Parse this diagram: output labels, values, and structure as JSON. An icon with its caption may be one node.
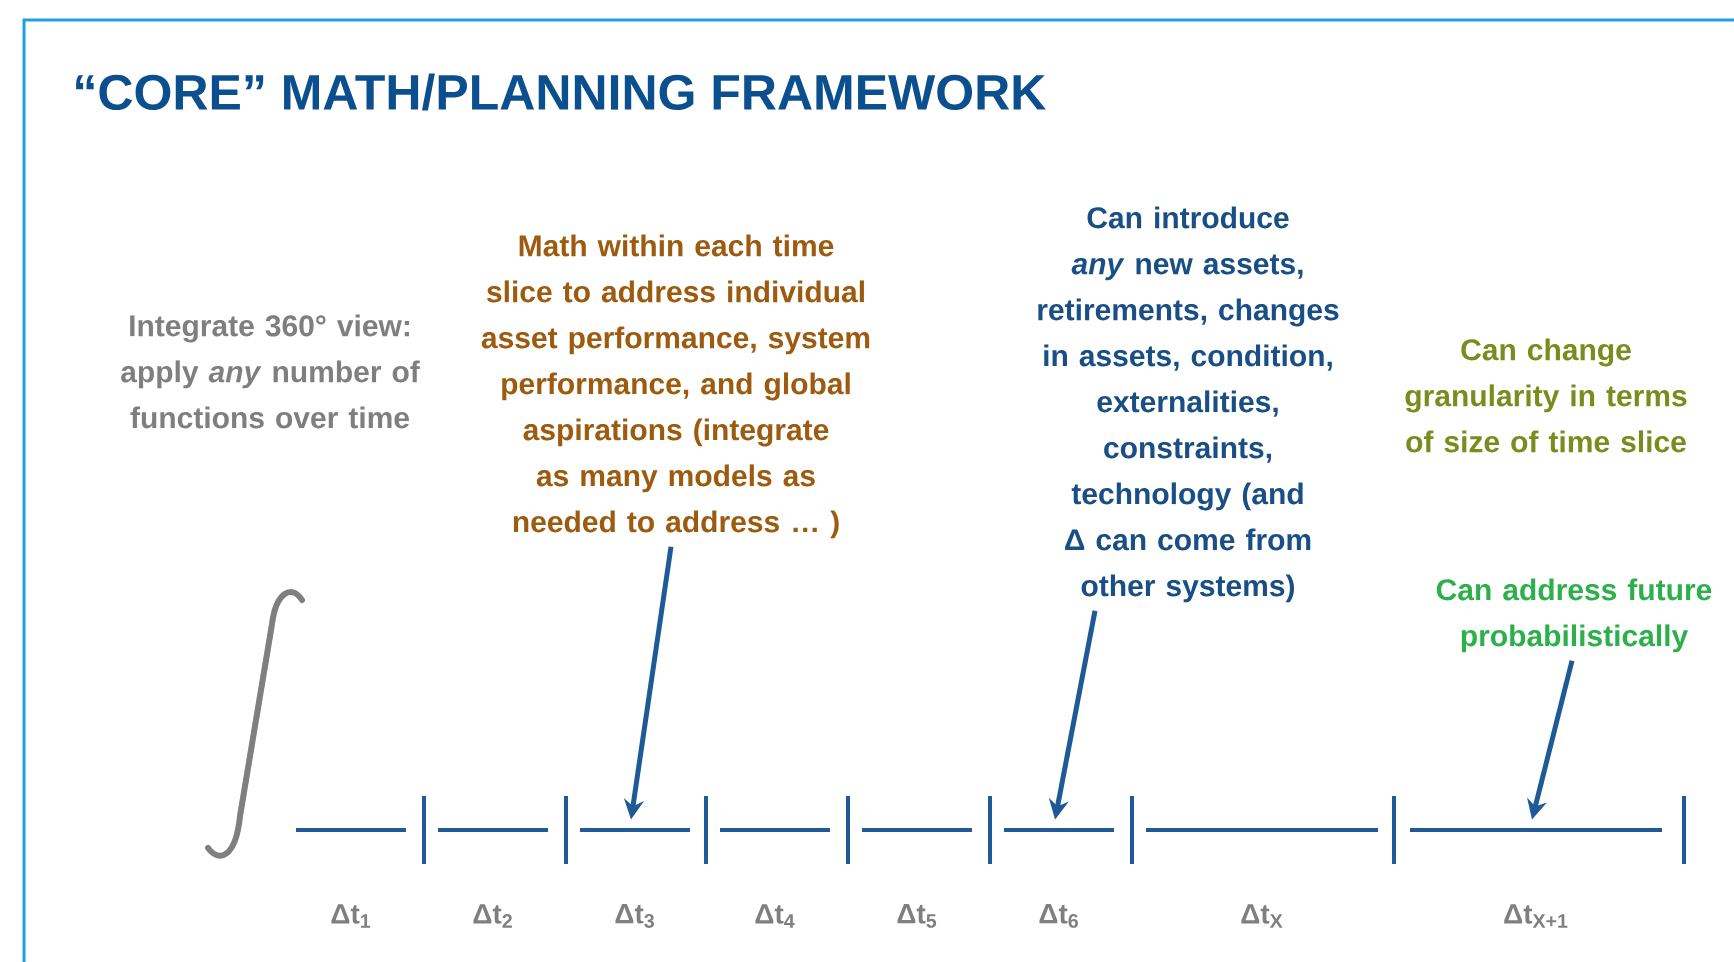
{
  "diagram": {
    "title": "“CORE” MATH/PLANNING FRAMEWORK",
    "nodes": [
      {
        "text": [
          "Math within each time slice to address individual asset performance, system performance, and global aspirations (integrate as many models as needed to address … )"
        ]
      },
      {
        "text": [
          "Can introduce *any* new assets, retirements, changes in assets, condition, externalities, constraints, technology (and Δ can come from other systems)"
        ]
      },
      {
        "text": [
          "Can address future probabilistically"
        ]
      },
      {
        "text": [
          "Δt$_{1}$"
        ]
      },
      {
        "text": [
          "Δt$_{2}$"
        ]
      },
      {
        "text": [
          "Δt$_{3}$"
        ]
      },
      {
        "text": [
          "Δt$_{4}$"
        ]
      },
      {
        "text": [
          "Δt$_{5}$"
        ]
      },
      {
        "text": [
          "Δt$_{6}$"
        ]
      },
      {
        "text": [
          "Δt$_{X}$"
        ]
      },
      {
        "text": [
          "Δt$_{X+1}$"
        ]
      }
    ],
    "edges": [
      {
        "from": 0,
        "to": 5,
        "arrow": "to"
      },
      {
        "from": 1,
        "to": 8,
        "arrow": "to"
      },
      {
        "from": 2,
        "to": 10,
        "arrow": "to"
      }
    ],
    "labels": [
      "Integrate 360° view: apply *any* number of functions over time",
      "Can change granularity in terms of size of time slice"
    ]
  }
}
